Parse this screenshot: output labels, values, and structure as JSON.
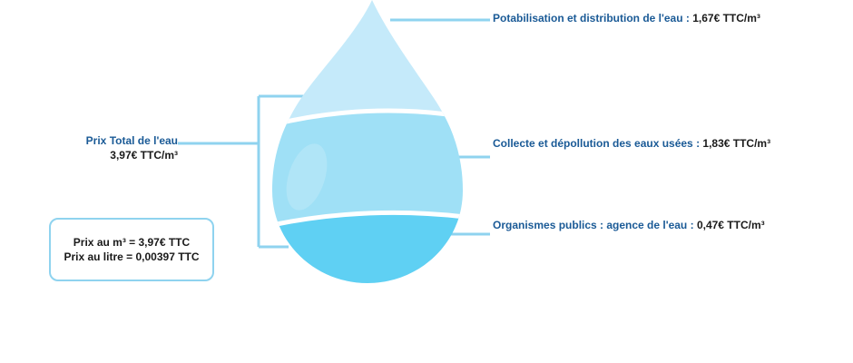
{
  "colors": {
    "drop_top": "#c5eafa",
    "drop_middle": "#9fe0f6",
    "drop_bottom": "#5fd0f3",
    "connector": "#8fd3ef",
    "label_blue": "#1a5a96",
    "text_dark": "#1a1a1a"
  },
  "total": {
    "title": "Prix Total de l'eau",
    "value": "3,97€ TTC/m³"
  },
  "segments": [
    {
      "label": "Potabilisation et distribution de l'eau :",
      "value": "1,67€ TTC/m³"
    },
    {
      "label": "Collecte et dépollution des eaux usées :",
      "value": "1,83€ TTC/m³"
    },
    {
      "label": "Organismes publics : agence de l'eau :",
      "value": "0,47€ TTC/m³"
    }
  ],
  "price_box": {
    "line1": "Prix au m³ = 3,97€ TTC",
    "line2": "Prix au litre = 0,00397 TTC"
  }
}
